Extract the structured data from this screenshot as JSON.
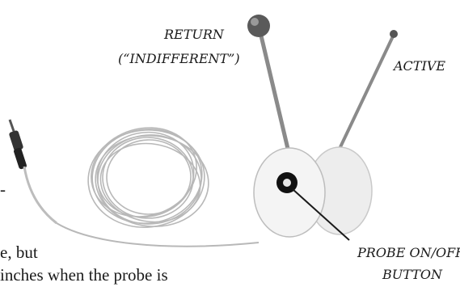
{
  "labels": {
    "return": "RETURN",
    "indifferent": "(“INDIFFERENT”)",
    "active": "ACTIVE",
    "probe_button_line1": "PROBE ON/OFF",
    "probe_button_line2": "BUTTON"
  },
  "cropped_text": {
    "line1": "e, but",
    "line2": "inches when the probe is",
    "dash": "-"
  },
  "colors": {
    "ink": "#1a1a1a",
    "cable": "#b8b8b8",
    "rod": "#7a7a7a",
    "pad": "#eeeeee",
    "button_ring": "#111111"
  }
}
